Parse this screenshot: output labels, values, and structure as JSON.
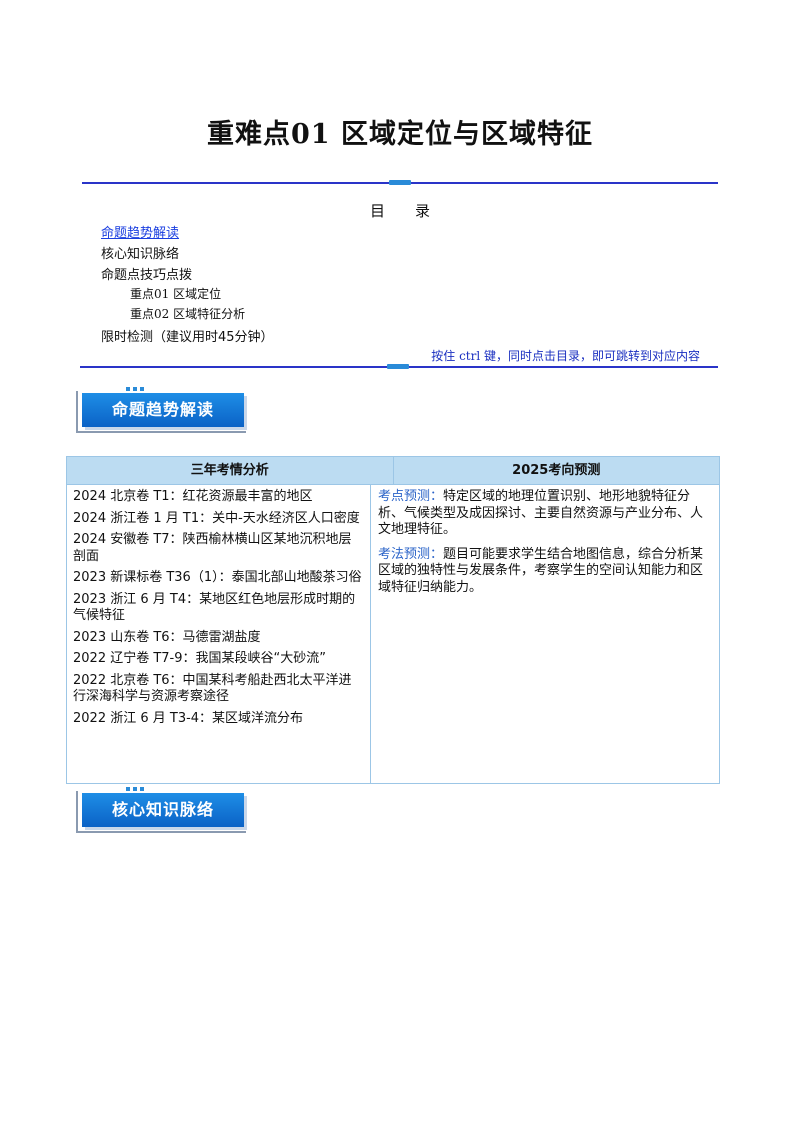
{
  "doc": {
    "title": "重难点01  区域定位与区域特征"
  },
  "toc": {
    "heading": "目录",
    "items": [
      {
        "text": "命题趋势解读",
        "link": true
      },
      {
        "text": "核心知识脉络",
        "link": false
      },
      {
        "text": "命题点技巧点拨",
        "link": false
      },
      {
        "text": "重点01 区域定位",
        "link": false
      },
      {
        "text": "重点02 区域特征分析",
        "link": false
      },
      {
        "text": "限时检测（建议用时45分钟）",
        "link": false
      }
    ],
    "ctrl_note": "按住 ctrl 键，同时点击目录，即可跳转到对应内容"
  },
  "banners": {
    "trend": "命题趋势解读",
    "core": "核心知识脉络"
  },
  "table": {
    "headers": [
      "三年考情分析",
      "2025考向预测"
    ],
    "left_items": [
      "2024 北京卷 T1：红花资源最丰富的地区",
      "2024 浙江卷 1 月 T1：关中-天水经济区人口密度",
      "2024 安徽卷 T7：陕西榆林横山区某地沉积地层剖面",
      "2023 新课标卷 T36（1）：泰国北部山地酸茶习俗",
      "2023 浙江 6 月 T4：某地区红色地层形成时期的气候特征",
      "2023 山东卷 T6：马德雷湖盐度",
      "2022 辽宁卷 T7-9：我国某段峡谷“大砂流”",
      "2022 北京卷 T6：中国某科考船赴西北太平洋进行深海科学与资源考察途径",
      "2022 浙江 6 月 T3-4：某区域洋流分布"
    ],
    "right_items": [
      {
        "label": "考点预测：",
        "text": "特定区域的地理位置识别、地形地貌特征分析、气候类型及成因探讨、主要自然资源与产业分布、人文地理特征。"
      },
      {
        "label": "考法预测：",
        "text": "题目可能要求学生结合地图信息，综合分析某区域的独特性与发展条件，考察学生的空间认知能力和区域特征归纳能力。"
      }
    ]
  }
}
